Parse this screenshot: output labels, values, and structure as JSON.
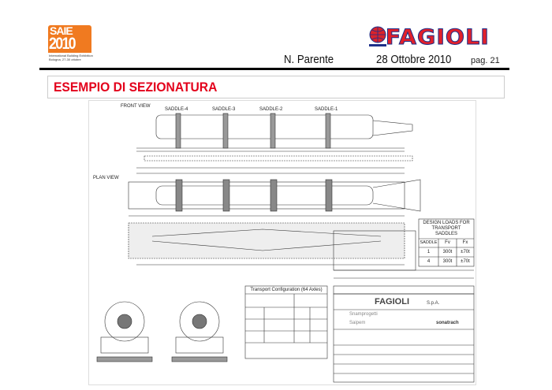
{
  "logos": {
    "saie": {
      "line1": "SAIE",
      "line2": "2010",
      "subtitle1": "International Building Exhibition",
      "subtitle2": "Bologna, 27-30 ottobre"
    },
    "fagioli": "FAGIOLI"
  },
  "header": {
    "author": "N. Parente",
    "date": "28 Ottobre 2010",
    "page": "pag. 21"
  },
  "slide": {
    "title": "ESEMPIO DI SEZIONATURA"
  },
  "drawing": {
    "front_view": "FRONT VIEW",
    "plan_view": "PLAN VIEW",
    "saddles": [
      "SADDLE-4",
      "SADDLE-3",
      "SADDLE-2",
      "SADDLE-1"
    ],
    "loads_table": {
      "title": "DESIGN LOADS FOR TRANSPORT SADDLES",
      "headers": [
        "SADDLE",
        "Fv",
        "Fx"
      ],
      "rows": [
        [
          "1",
          "300t",
          "±70t"
        ],
        [
          "4",
          "300t",
          "±70t"
        ]
      ]
    },
    "transport_table_title": "Transport Configuration (64 Axles)",
    "title_block": {
      "company": "FAGIOLI",
      "suffix": "S.p.A.",
      "client1": "Snamprogetti",
      "client2": "Saipem",
      "owner": "sonatrach"
    }
  }
}
